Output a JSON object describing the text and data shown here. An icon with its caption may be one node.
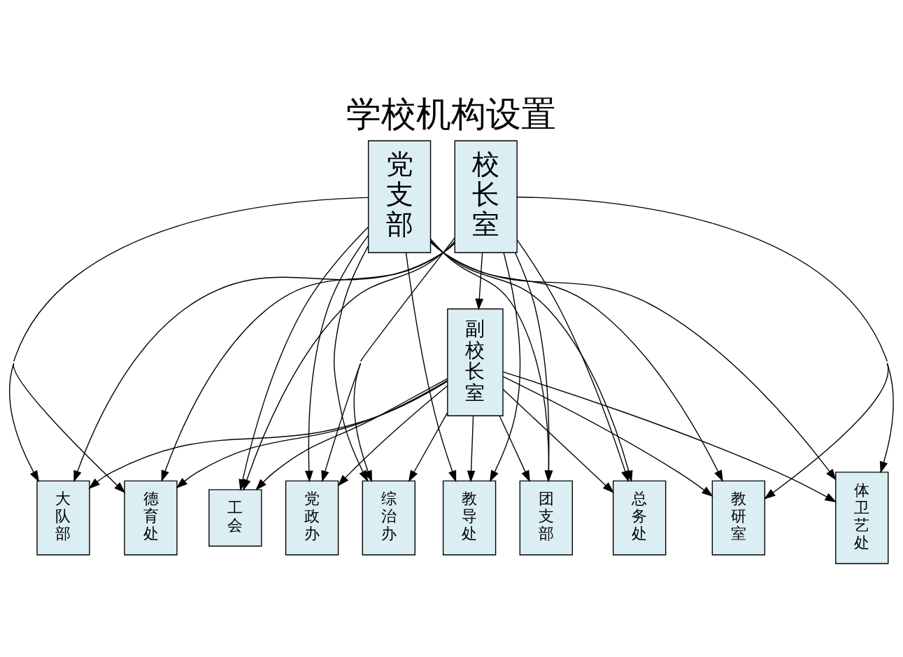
{
  "diagram": {
    "title": "学校机构设置",
    "nodes": [
      {
        "text": [
          "党支部"
        ]
      },
      {
        "text": [
          "校长室"
        ]
      },
      {
        "text": [
          "副校长室"
        ]
      },
      {
        "text": [
          "党政办"
        ]
      },
      {
        "text": [
          "综治办"
        ]
      },
      {
        "text": [
          "教导处"
        ]
      },
      {
        "text": [
          "教研室"
        ]
      },
      {
        "text": [
          "总务处"
        ]
      },
      {
        "text": [
          "体卫艺处"
        ]
      },
      {
        "text": [
          "德育处"
        ]
      },
      {
        "text": [
          "大队部"
        ]
      },
      {
        "text": [
          "团支部"
        ]
      },
      {
        "text": [
          "工会"
        ]
      }
    ],
    "edges": [
      {
        "from": 1,
        "to": 2,
        "arrow": "to"
      },
      {
        "from": 0,
        "to": 3,
        "arrow": "to"
      },
      {
        "from": 0,
        "to": 4,
        "arrow": "to"
      },
      {
        "from": 0,
        "to": 5,
        "arrow": "to"
      },
      {
        "from": 0,
        "to": 6,
        "arrow": "to"
      },
      {
        "from": 0,
        "to": 7,
        "arrow": "to"
      },
      {
        "from": 0,
        "to": 8,
        "arrow": "to"
      },
      {
        "from": 0,
        "to": 9,
        "arrow": "to"
      },
      {
        "from": 0,
        "to": 10,
        "arrow": "to"
      },
      {
        "from": 0,
        "to": 11,
        "arrow": "to"
      },
      {
        "from": 0,
        "to": 12,
        "arrow": "to"
      },
      {
        "from": 1,
        "to": 3,
        "arrow": "to"
      },
      {
        "from": 1,
        "to": 4,
        "arrow": "to"
      },
      {
        "from": 1,
        "to": 5,
        "arrow": "to"
      },
      {
        "from": 1,
        "to": 6,
        "arrow": "to"
      },
      {
        "from": 1,
        "to": 7,
        "arrow": "to"
      },
      {
        "from": 1,
        "to": 8,
        "arrow": "to"
      },
      {
        "from": 1,
        "to": 9,
        "arrow": "to"
      },
      {
        "from": 1,
        "to": 10,
        "arrow": "to"
      },
      {
        "from": 1,
        "to": 11,
        "arrow": "to"
      },
      {
        "from": 1,
        "to": 12,
        "arrow": "to"
      },
      {
        "from": 2,
        "to": 3,
        "arrow": "to"
      },
      {
        "from": 2,
        "to": 4,
        "arrow": "to"
      },
      {
        "from": 2,
        "to": 5,
        "arrow": "to"
      },
      {
        "from": 2,
        "to": 6,
        "arrow": "to"
      },
      {
        "from": 2,
        "to": 7,
        "arrow": "to"
      },
      {
        "from": 2,
        "to": 8,
        "arrow": "to"
      },
      {
        "from": 2,
        "to": 9,
        "arrow": "to"
      },
      {
        "from": 2,
        "to": 10,
        "arrow": "to"
      },
      {
        "from": 2,
        "to": 11,
        "arrow": "to"
      },
      {
        "from": 2,
        "to": 12,
        "arrow": "to"
      }
    ]
  }
}
